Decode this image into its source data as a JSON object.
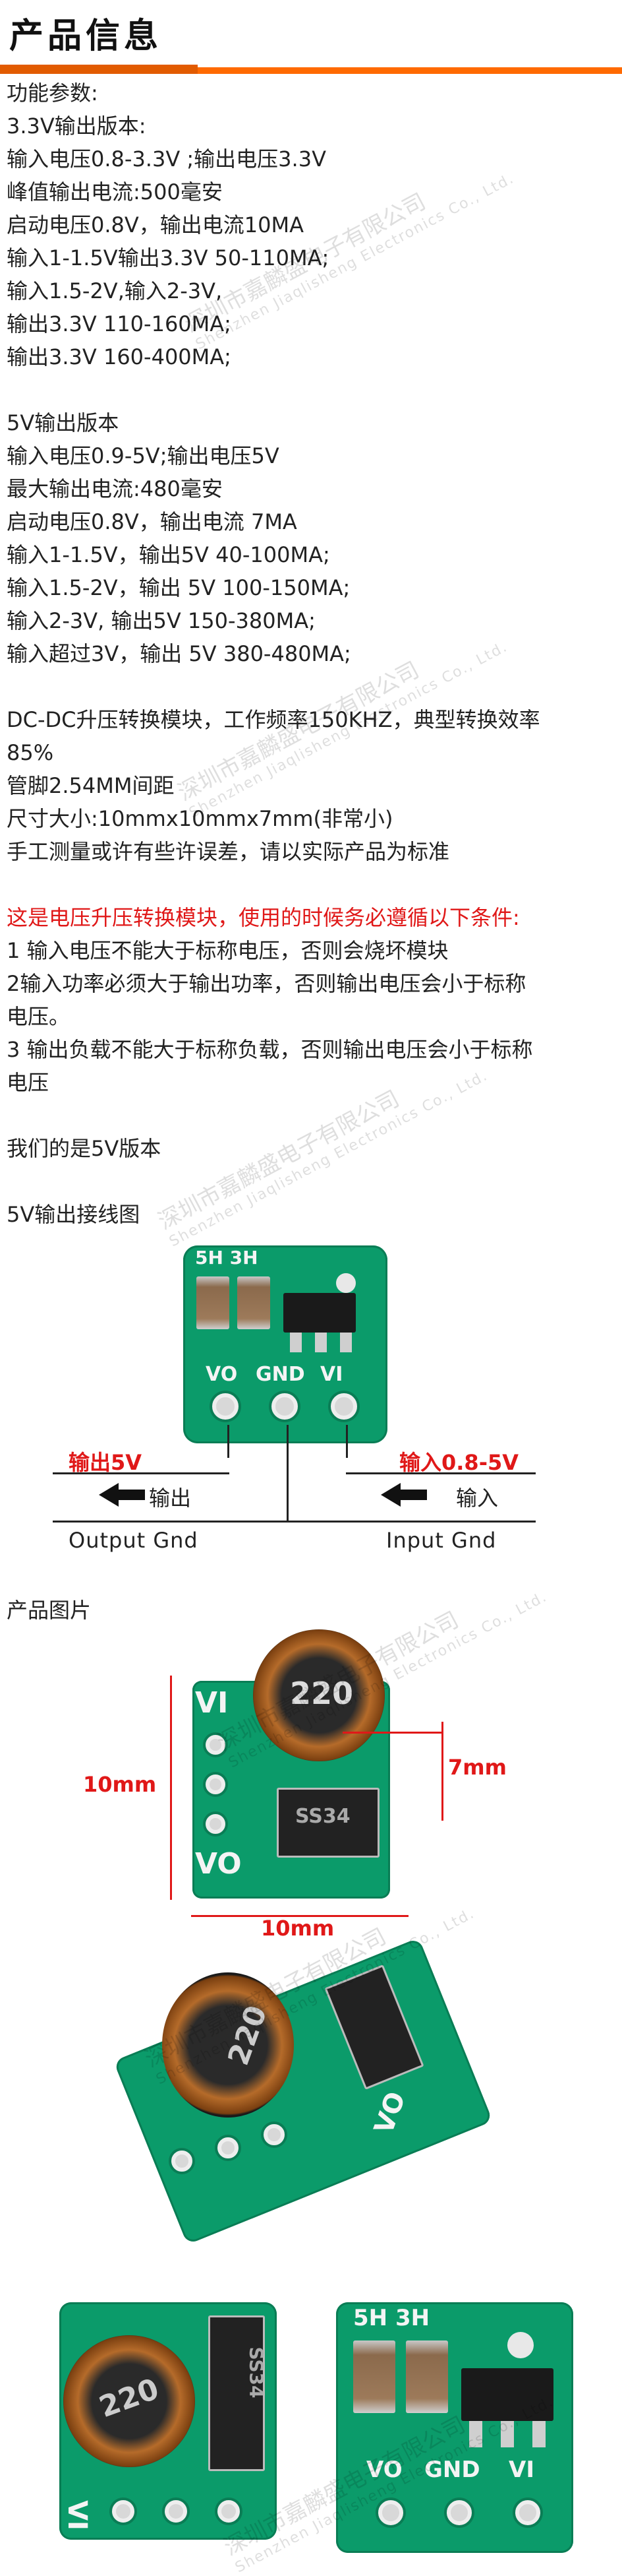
{
  "header": {
    "title": "产品信息"
  },
  "intro": {
    "lines": [
      "功能参数:",
      "3.3V输出版本:",
      "输入电压0.8-3.3V ;输出电压3.3V",
      "峰值输出电流:500毫安",
      "启动电压0.8V，输出电流10MA",
      "输入1-1.5V输出3.3V 50-110MA;",
      "输入1.5-2V,输入2-3V,",
      "输出3.3V 110-160MA;",
      "输出3.3V 160-400MA;"
    ]
  },
  "v5": {
    "lines": [
      "5V输出版本",
      "输入电压0.9-5V;输出电压5V",
      "最大输出电流:480毫安",
      "启动电压0.8V，输出电流 7MA",
      "输入1-1.5V，输出5V 40-100MA;",
      "输入1.5-2V，输出 5V 100-150MA;",
      "输入2-3V, 输出5V 150-380MA;",
      "输入超过3V，输出 5V 380-480MA;"
    ]
  },
  "desc": {
    "lines": [
      "DC-DC升压转换模块，工作频率150KHZ，典型转换效率",
      "85%",
      "管脚2.54MM间距",
      "尺寸大小:10mmx10mmx7mm(非常小)",
      "手工测量或许有些许误差，请以实际产品为标准"
    ]
  },
  "warning": {
    "title": "这是电压升压转换模块，使用的时候务必遵循以下条件:",
    "lines": [
      "1 输入电压不能大于标称电压，否则会烧坏模块",
      "2输入功率必须大于输出功率，否则输出电压会小于标称",
      "电压。",
      "3 输出负载不能大于标称负载，否则输出电压会小于标称",
      "电压"
    ]
  },
  "version_note": "我们的是5V版本",
  "wiring": {
    "title": "5V输出接线图",
    "silk_top": "5H 3H",
    "pins": [
      "VO",
      "GND",
      "VI"
    ],
    "out_label": "输出5V",
    "in_label": "输入0.8-5V",
    "out_arrow": "输出",
    "in_arrow": "输入",
    "out_gnd": "Output Gnd",
    "in_gnd": "Input Gnd"
  },
  "photos": {
    "title": "产品图片",
    "coil_label": "220",
    "diode_label": "SS34",
    "dim_h": "10mm",
    "dim_w": "10mm",
    "dim_d": "7mm",
    "silk_vi": "VI",
    "silk_vo": "VO"
  },
  "watermark": {
    "cn": "深圳市嘉麟盛电子有限公司",
    "en": "Shenzhen Jiaqlisheng Electronics Co., Ltd."
  },
  "colors": {
    "accent": "#ff6a00",
    "warning": "#e01818",
    "pcb": "#0b9b6a"
  }
}
